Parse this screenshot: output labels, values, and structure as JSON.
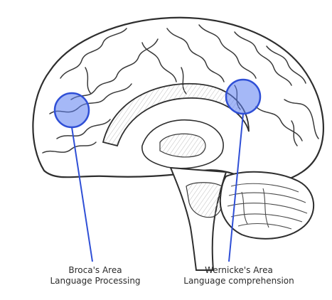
{
  "labels": {
    "broca": {
      "name": "Broca's Area",
      "function": "Language Processing"
    },
    "wernicke": {
      "name": "Wernicke's Area",
      "function": "Language comprehension"
    }
  },
  "colors": {
    "highlight_fill": "#5b7df0",
    "highlight_stroke": "#2f4fd6",
    "leader_line": "#2f4fd6",
    "sketch_ink": "#3a3a3a",
    "caption_text": "#2b2b2b"
  }
}
